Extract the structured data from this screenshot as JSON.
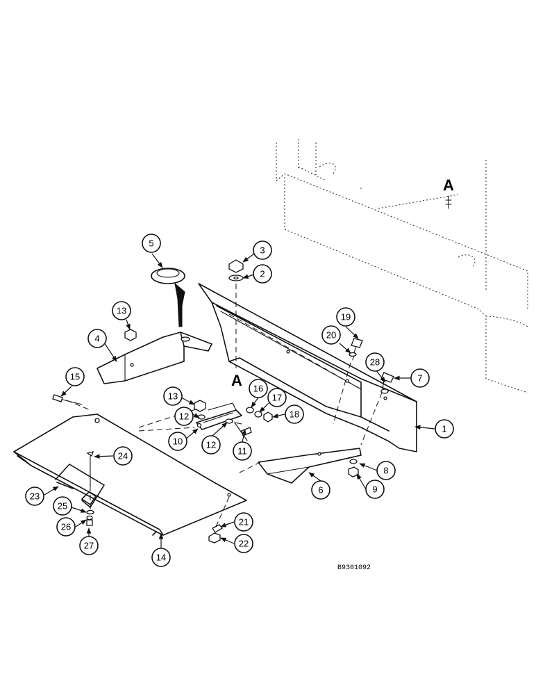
{
  "diagram": {
    "view_letter": "A",
    "reference_code": "B9301092",
    "callouts": [
      "1",
      "2",
      "3",
      "4",
      "5",
      "6",
      "7",
      "8",
      "9",
      "10",
      "11",
      "12",
      "12",
      "13",
      "13",
      "14",
      "15",
      "16",
      "17",
      "18",
      "19",
      "20",
      "21",
      "22",
      "23",
      "24",
      "25",
      "26",
      "27",
      "28"
    ]
  }
}
